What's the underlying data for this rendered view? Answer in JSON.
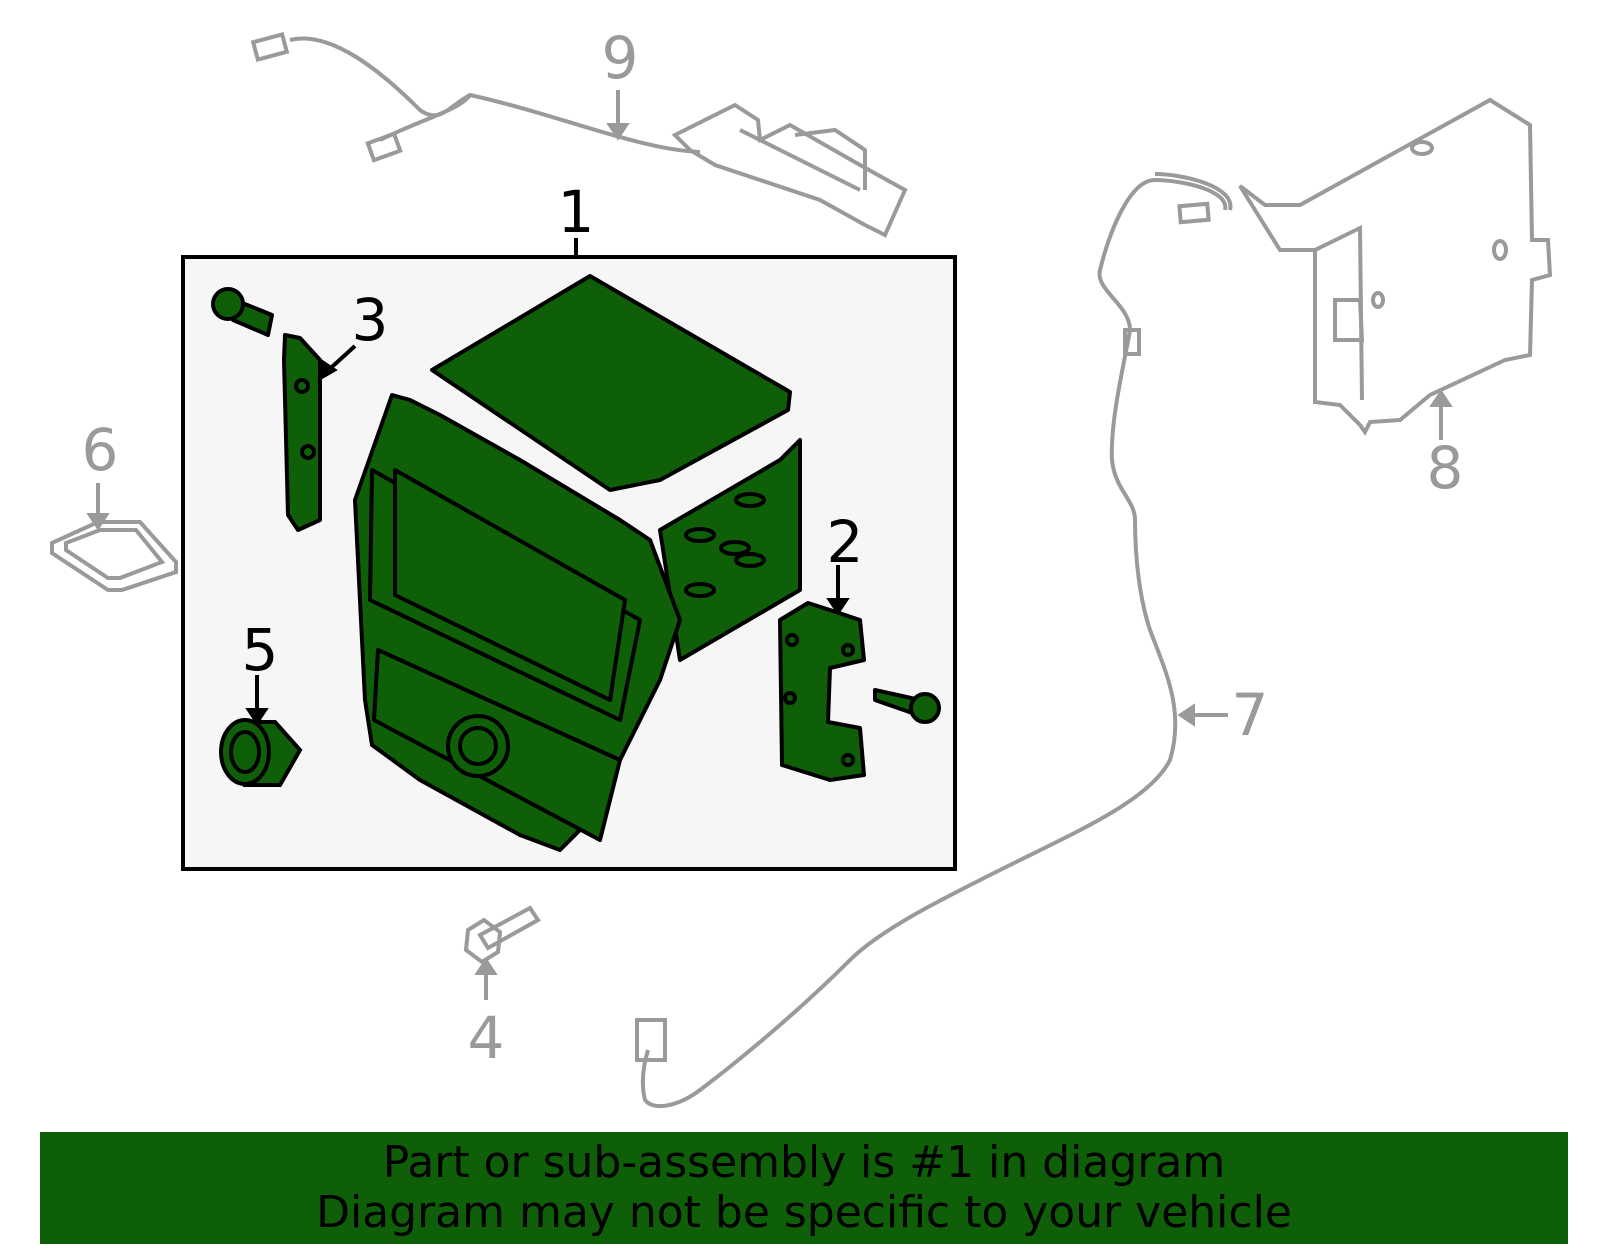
{
  "colors": {
    "highlight_fill": "#0f5f08",
    "line_dark": "#000000",
    "line_gray": "#9a9a9a",
    "box_fill": "#f6f6f6",
    "banner_bg": "#0f5f08"
  },
  "callouts": {
    "c1": "1",
    "c2": "2",
    "c3": "3",
    "c4": "4",
    "c5": "5",
    "c6": "6",
    "c7": "7",
    "c8": "8",
    "c9": "9"
  },
  "banner": {
    "line1": "Part or sub-assembly is #1 in diagram",
    "line2": "Diagram may not be specific to your vehicle"
  }
}
